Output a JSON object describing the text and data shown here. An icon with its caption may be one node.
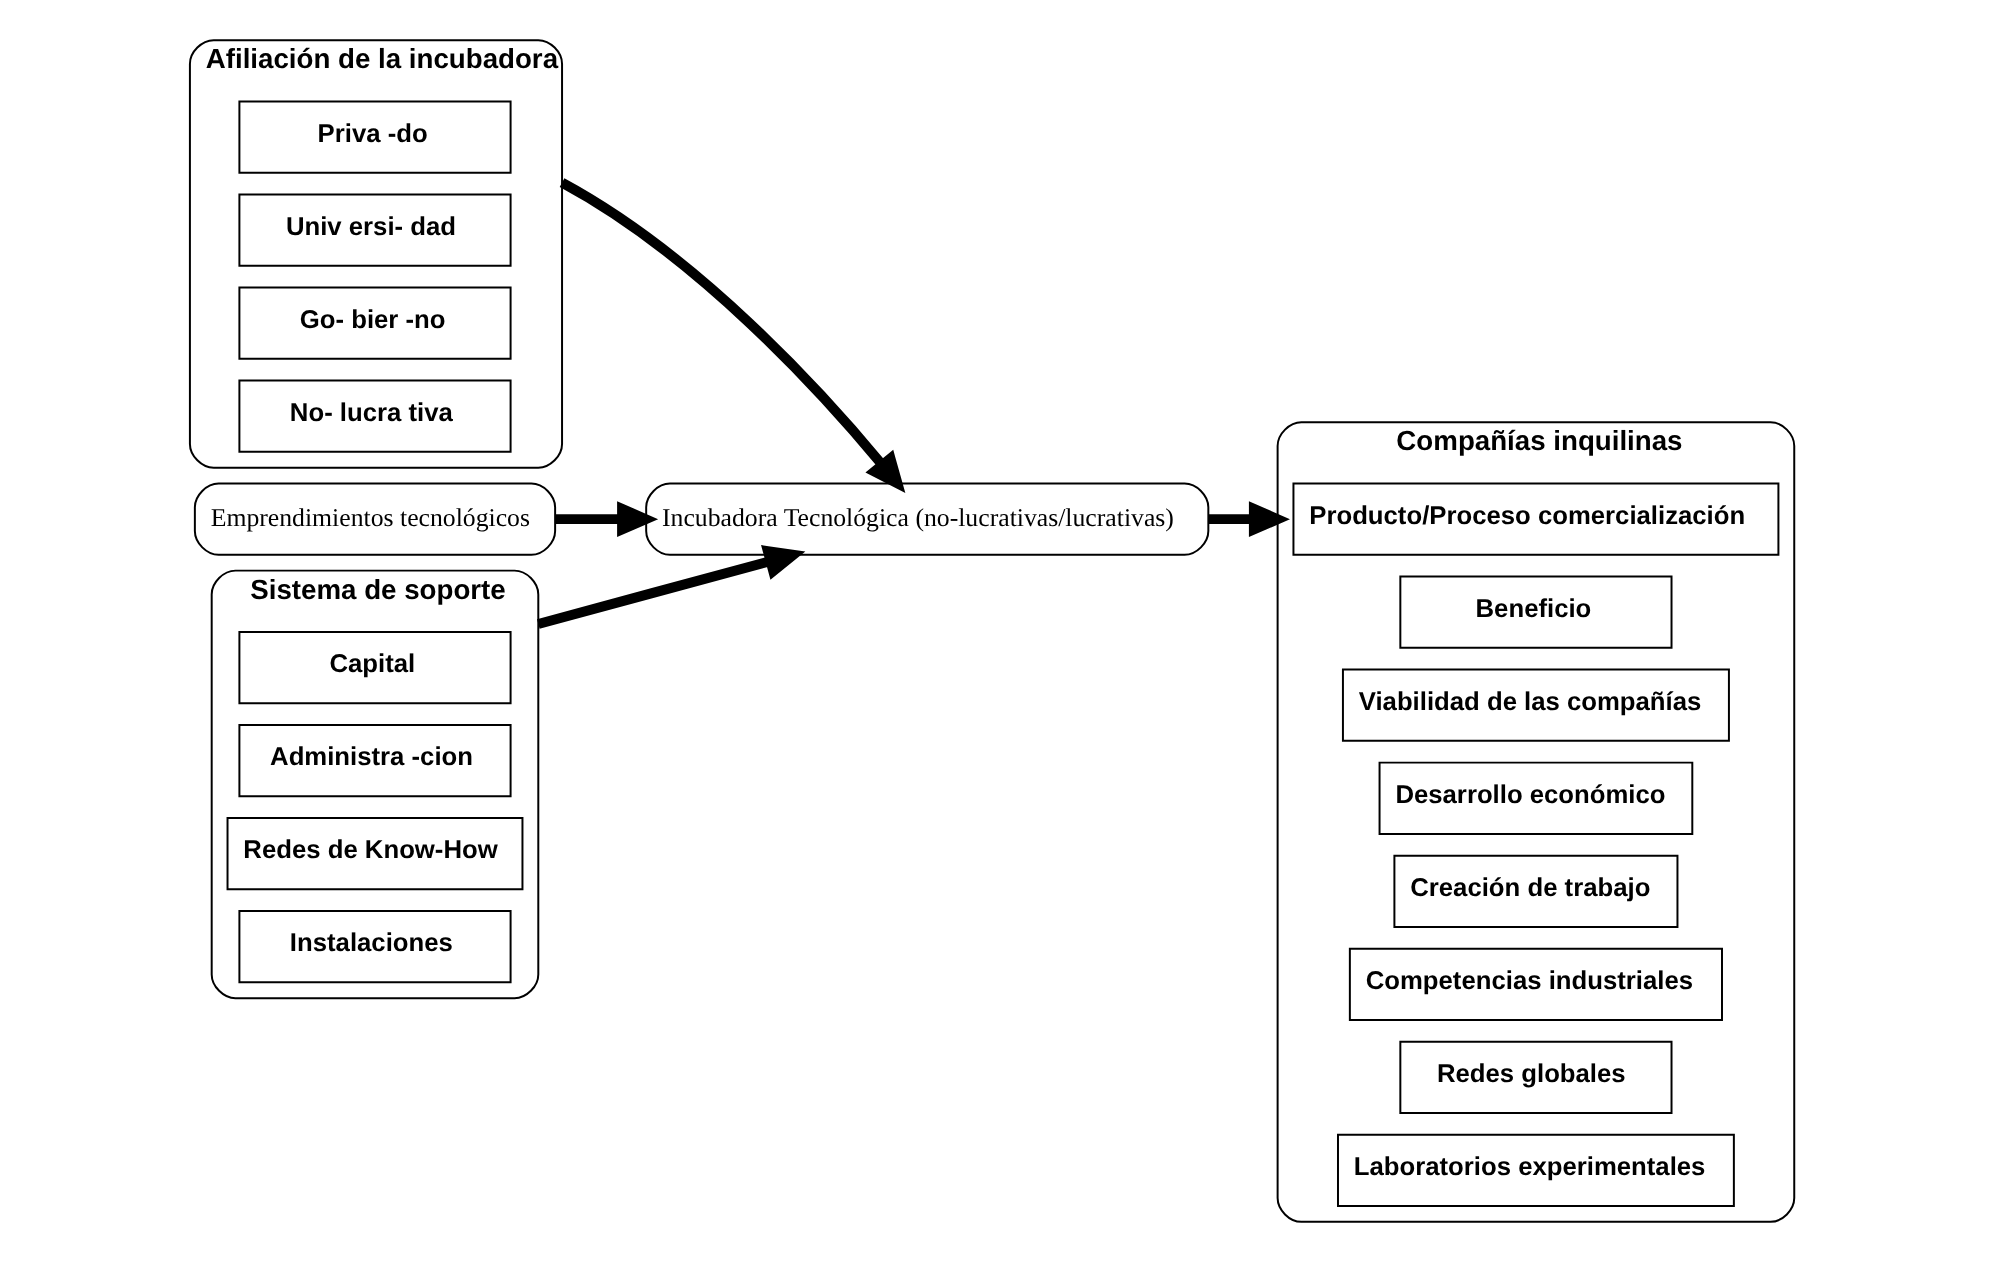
{
  "diagram": {
    "nodes": [
      {
        "text": [
          "Afiliación de la incubadora"
        ]
      },
      {
        "text": [
          "Priva -do"
        ],
        "in": 0
      },
      {
        "text": [
          "Univ ersi- dad"
        ],
        "in": 0
      },
      {
        "text": [
          "Go- bier -no"
        ],
        "in": 0
      },
      {
        "text": [
          "No- lucra tiva"
        ],
        "in": 0
      },
      {
        "text": [
          "Emprendimientos tecnológicos"
        ]
      },
      {
        "text": [
          "Incubadora Tecnológica (no-lucrativas/lucrativas)"
        ]
      },
      {
        "text": [
          "Compañías inquilinas"
        ]
      },
      {
        "text": [
          "Producto/Proceso comercialización"
        ],
        "in": 7
      },
      {
        "text": [
          "Beneficio"
        ],
        "in": 7
      },
      {
        "text": [
          "Viabilidad de las compañías"
        ],
        "in": 7
      },
      {
        "text": [
          "Desarrollo económico"
        ],
        "in": 7
      },
      {
        "text": [
          "Creación de trabajo"
        ],
        "in": 7
      },
      {
        "text": [
          "Competencias industriales"
        ],
        "in": 7
      },
      {
        "text": [
          "Redes globales"
        ],
        "in": 7
      },
      {
        "text": [
          "Laboratorios experimentales"
        ],
        "in": 7
      },
      {
        "text": [
          "Sistema de soporte"
        ]
      },
      {
        "text": [
          "Capital"
        ],
        "in": 16
      },
      {
        "text": [
          "Administra -cion"
        ],
        "in": 16
      },
      {
        "text": [
          "Redes de Know-How"
        ],
        "in": 16
      },
      {
        "text": [
          "Instalaciones"
        ],
        "in": 16
      }
    ],
    "edges": [
      {
        "from": 0,
        "to": 6,
        "arrow": "to"
      },
      {
        "from": 5,
        "to": 6,
        "arrow": "to"
      },
      {
        "from": 16,
        "to": 6,
        "arrow": "to"
      },
      {
        "from": 6,
        "to": 7,
        "arrow": "to"
      }
    ]
  }
}
